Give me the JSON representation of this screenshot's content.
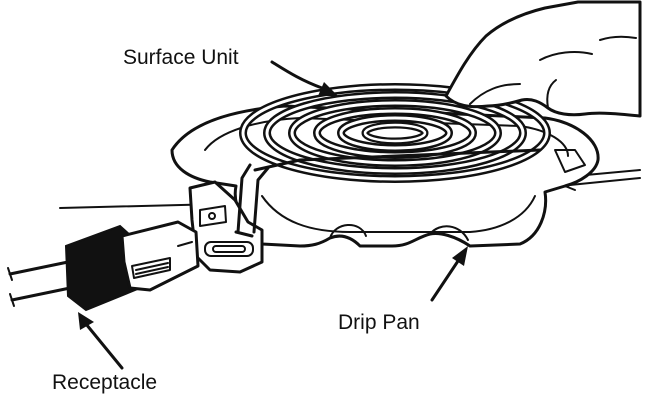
{
  "labels": {
    "surface_unit": "Surface Unit",
    "drip_pan": "Drip Pan",
    "receptacle": "Receptacle"
  },
  "colors": {
    "ink": "#111111",
    "background": "#ffffff"
  }
}
